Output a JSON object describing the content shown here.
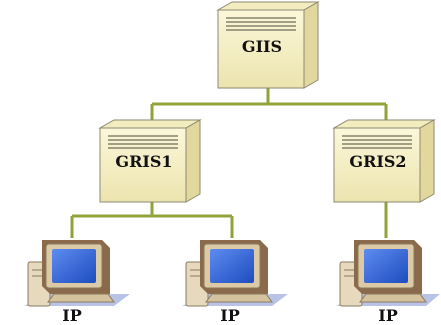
{
  "nodes": {
    "top_server": {
      "label": "GIIS"
    },
    "left_server": {
      "label": "GRIS1"
    },
    "right_server": {
      "label": "GRIS2"
    },
    "computers": [
      {
        "label": "IP"
      },
      {
        "label": "IP"
      },
      {
        "label": "IP"
      }
    ]
  },
  "colors": {
    "connector": "#8fa33a",
    "server_body": "#f8f2c4",
    "server_side": "#e2d79c",
    "server_outline": "#8c8a73",
    "screen": "#2f63d6",
    "monitor_body": "#dcc9a6",
    "shadow": "#b9c3e8"
  }
}
